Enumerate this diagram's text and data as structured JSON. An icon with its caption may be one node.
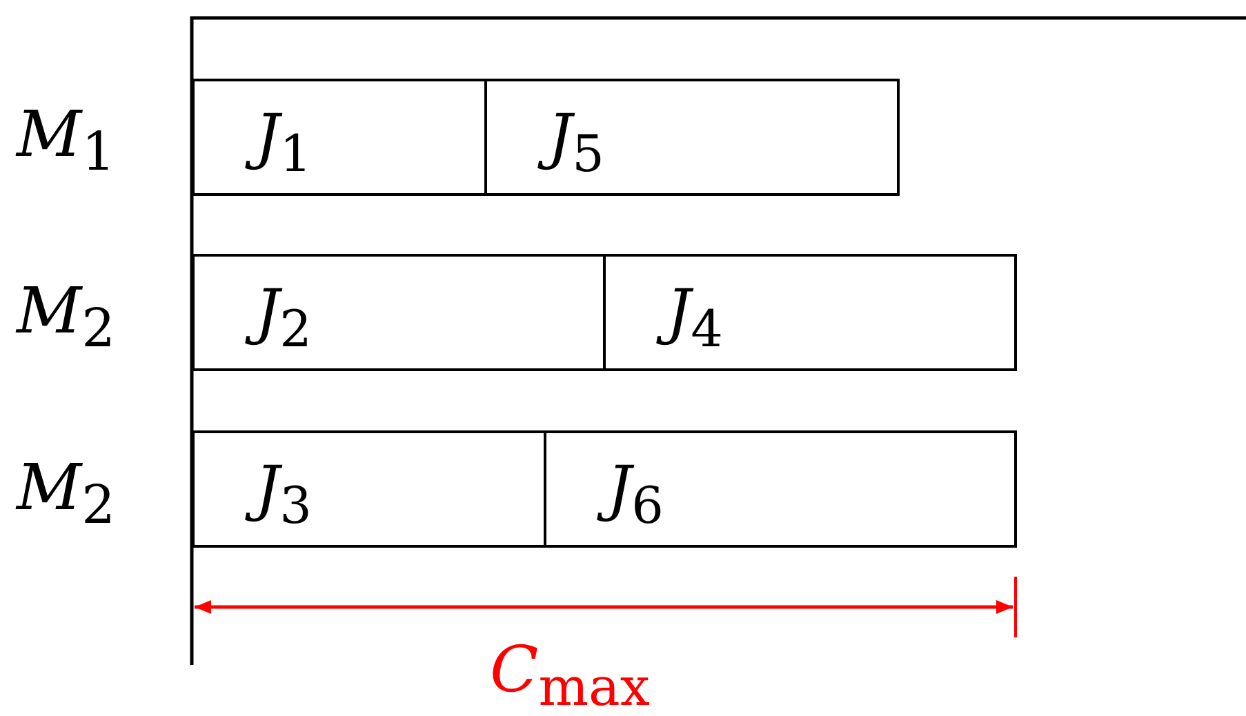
{
  "diagram": {
    "nodes": [
      {
        "text": [
          "*J*$_{1}$"
        ]
      },
      {
        "text": [
          "*J*$_{5}$"
        ]
      },
      {
        "text": [
          "*J*$_{2}$"
        ]
      },
      {
        "text": [
          "*J*$_{4}$"
        ]
      },
      {
        "text": [
          "*J*$_{3}$"
        ]
      },
      {
        "text": [
          "*J*$_{6}$"
        ]
      }
    ],
    "labels": [
      "*M*$_{1}$",
      "*M*$_{2}$",
      "*M*$_{2}$",
      "*C*$_{max}$"
    ]
  }
}
